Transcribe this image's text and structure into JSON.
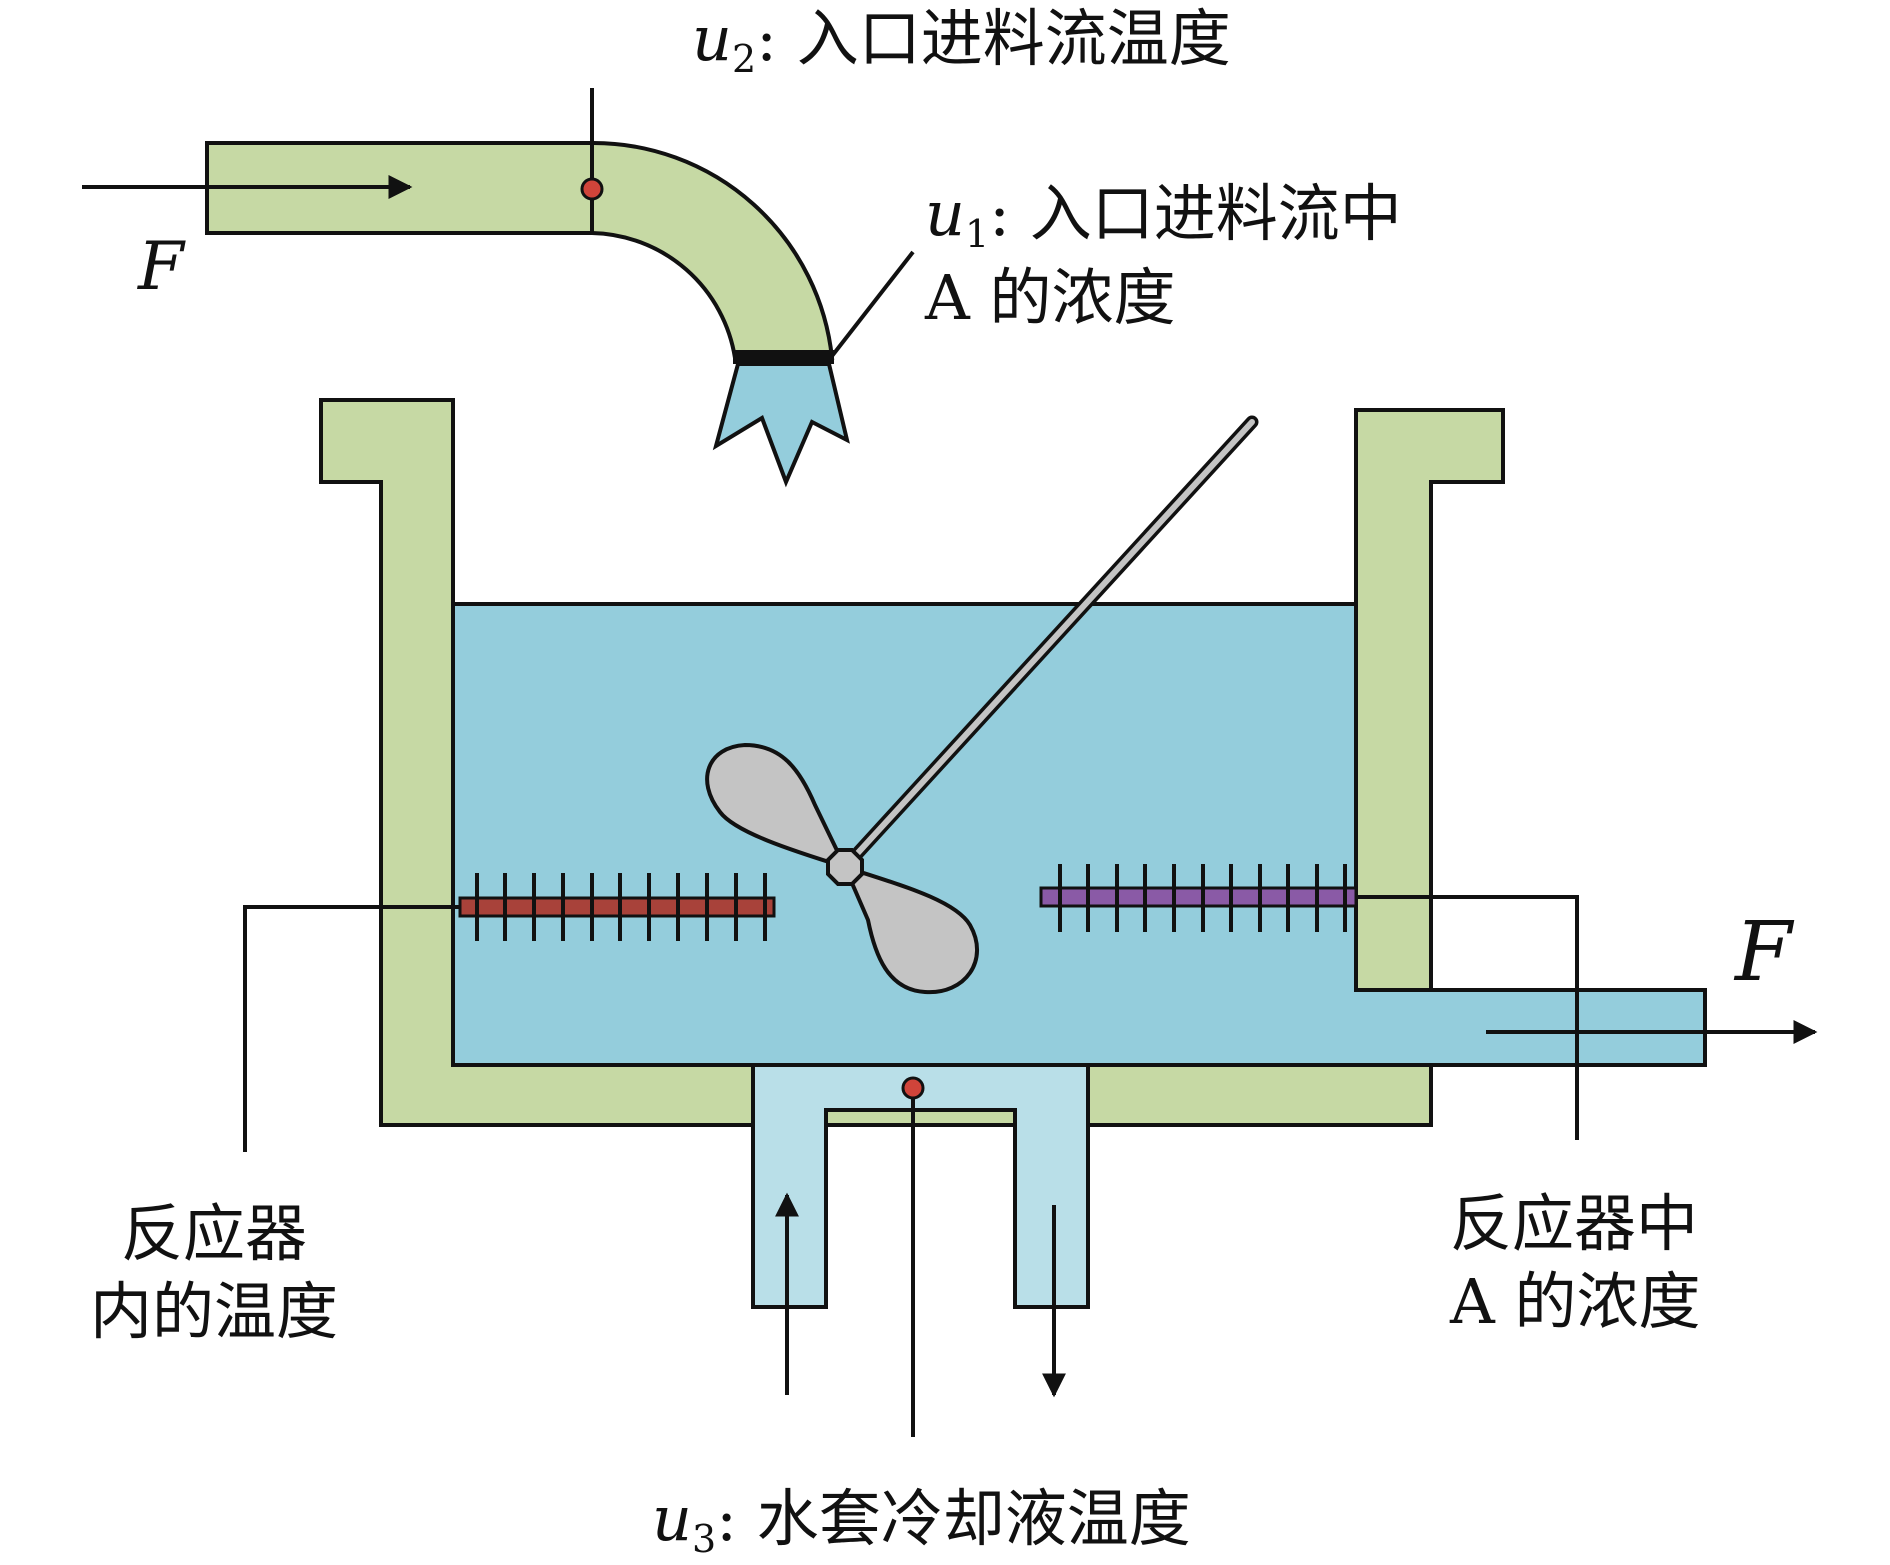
{
  "labels": {
    "u2": {
      "var": "u",
      "sub": "2",
      "text": ": 入口进料流温度"
    },
    "u1": {
      "var": "u",
      "sub": "1",
      "line1": ": 入口进料流中",
      "line2": "A 的浓度"
    },
    "u3": {
      "var": "u",
      "sub": "3",
      "text": ": 水套冷却液温度"
    },
    "reactor_temp": {
      "line1": "反应器",
      "line2": "内的温度"
    },
    "reactor_conc": {
      "line1": "反应器中",
      "line2": "A 的浓度"
    },
    "flow_in": "F",
    "flow_out": "F"
  },
  "colors": {
    "pipe_green": "#c6d9a4",
    "liquid_blue": "#94cddc",
    "coolant_blue": "#b9dfe8",
    "stirrer_gray": "#c4c4c4",
    "heater_red": "#a8423a",
    "heater_purple": "#8a5aa6",
    "sensor_red": "#d0443a",
    "stroke": "#111111"
  },
  "icons": {
    "sensor": "circle-sensor-icon",
    "stirrer": "propeller-icon",
    "nozzle": "spray-nozzle-icon"
  }
}
